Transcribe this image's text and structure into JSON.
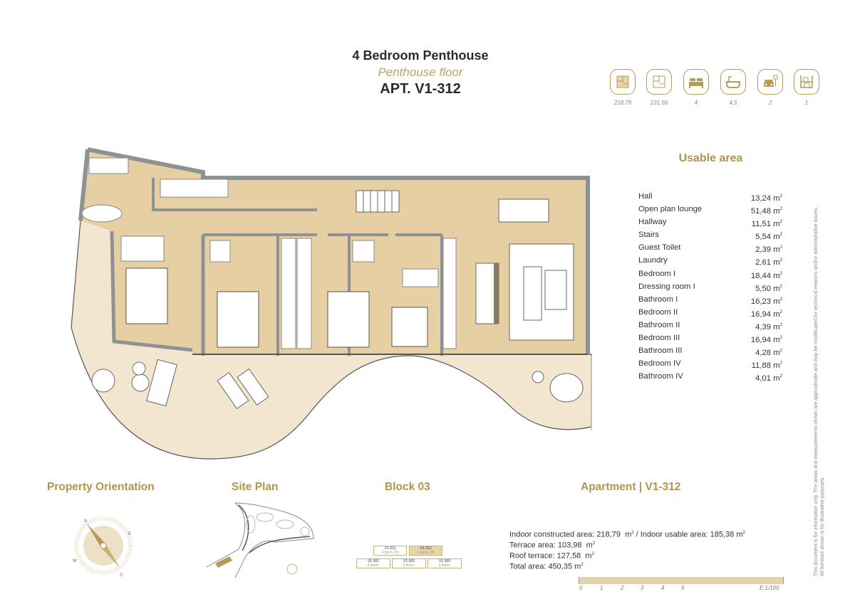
{
  "header": {
    "title": "4 Bedroom Penthouse",
    "subtitle": "Penthouse floor",
    "apartment": "APT. V1-312"
  },
  "features": [
    {
      "icon": "constructed-area-icon",
      "value": "218,79"
    },
    {
      "icon": "plan-area-icon",
      "value": "231,56"
    },
    {
      "icon": "bed-icon",
      "value": "4"
    },
    {
      "icon": "bathtub-icon",
      "value": "4,5"
    },
    {
      "icon": "parking-car-icon",
      "value": "2"
    },
    {
      "icon": "storage-icon",
      "value": "1"
    }
  ],
  "usable_area": {
    "title": "Usable area",
    "unit": "m²",
    "rooms": [
      {
        "name": "Hall",
        "area": "13,24"
      },
      {
        "name": "Open plan lounge",
        "area": "51,48"
      },
      {
        "name": "Hallway",
        "area": "11,51"
      },
      {
        "name": "Stairs",
        "area": "5,54"
      },
      {
        "name": "Guest Toilet",
        "area": "2,39"
      },
      {
        "name": "Laundry",
        "area": "2,61"
      },
      {
        "name": "Bedroom I",
        "area": "18,44"
      },
      {
        "name": "Dressing room I",
        "area": "5,50"
      },
      {
        "name": "Bathroom I",
        "area": "16,23"
      },
      {
        "name": "Bedroom II",
        "area": "16,94"
      },
      {
        "name": "Bathroom II",
        "area": "4,39"
      },
      {
        "name": "Bedroom III",
        "area": "16,94"
      },
      {
        "name": "Bathroom III",
        "area": "4,28"
      },
      {
        "name": "Bedroom IV",
        "area": "11,88"
      },
      {
        "name": "Bathroom IV",
        "area": "4,01"
      }
    ]
  },
  "disclaimer": {
    "line1": "This document is for information only. The areas and measurements shown are approximate and may be modificated for technical reasons and/or administrative issues.",
    "line2": "All furniture shown is for illustrative purposes."
  },
  "sections": {
    "orientation": "Property Orientation",
    "site_plan": "Site Plan",
    "block": "Block 03",
    "apartment": "Apartment | V1-312"
  },
  "compass": {
    "n": "N",
    "e": "E",
    "s": "S",
    "w": "W"
  },
  "block_units": [
    {
      "id": "V1-311",
      "desc": "4 dorm. Ph",
      "highlight": false
    },
    {
      "id": "V1-312",
      "desc": "4 dorm. Ph",
      "highlight": true
    },
    {
      "id": "V1-301",
      "desc": "3 dorm.",
      "highlight": false
    },
    {
      "id": "V1-302",
      "desc": "2 dorm.",
      "highlight": false
    },
    {
      "id": "V1-303",
      "desc": "3 dorm.",
      "highlight": false
    }
  ],
  "areas": {
    "indoor_constructed_label": "Indoor constructed area:",
    "indoor_constructed": "218,79",
    "indoor_usable_label": "Indoor usable area:",
    "indoor_usable": "185,38",
    "terrace_label": "Terrace area:",
    "terrace": "103,98",
    "roof_label": "Roof terrace:",
    "roof": "127,58",
    "total_label": "Total area:",
    "total": "450,35",
    "unit": "m²"
  },
  "scale": {
    "ticks": [
      "0",
      "1",
      "2",
      "3",
      "4",
      "5"
    ],
    "label": "E:1/100"
  },
  "colors": {
    "gold": "#b0954c",
    "floor": "#e6cfa3",
    "terrace": "#f3e6d0",
    "wall": "#8f9294"
  }
}
